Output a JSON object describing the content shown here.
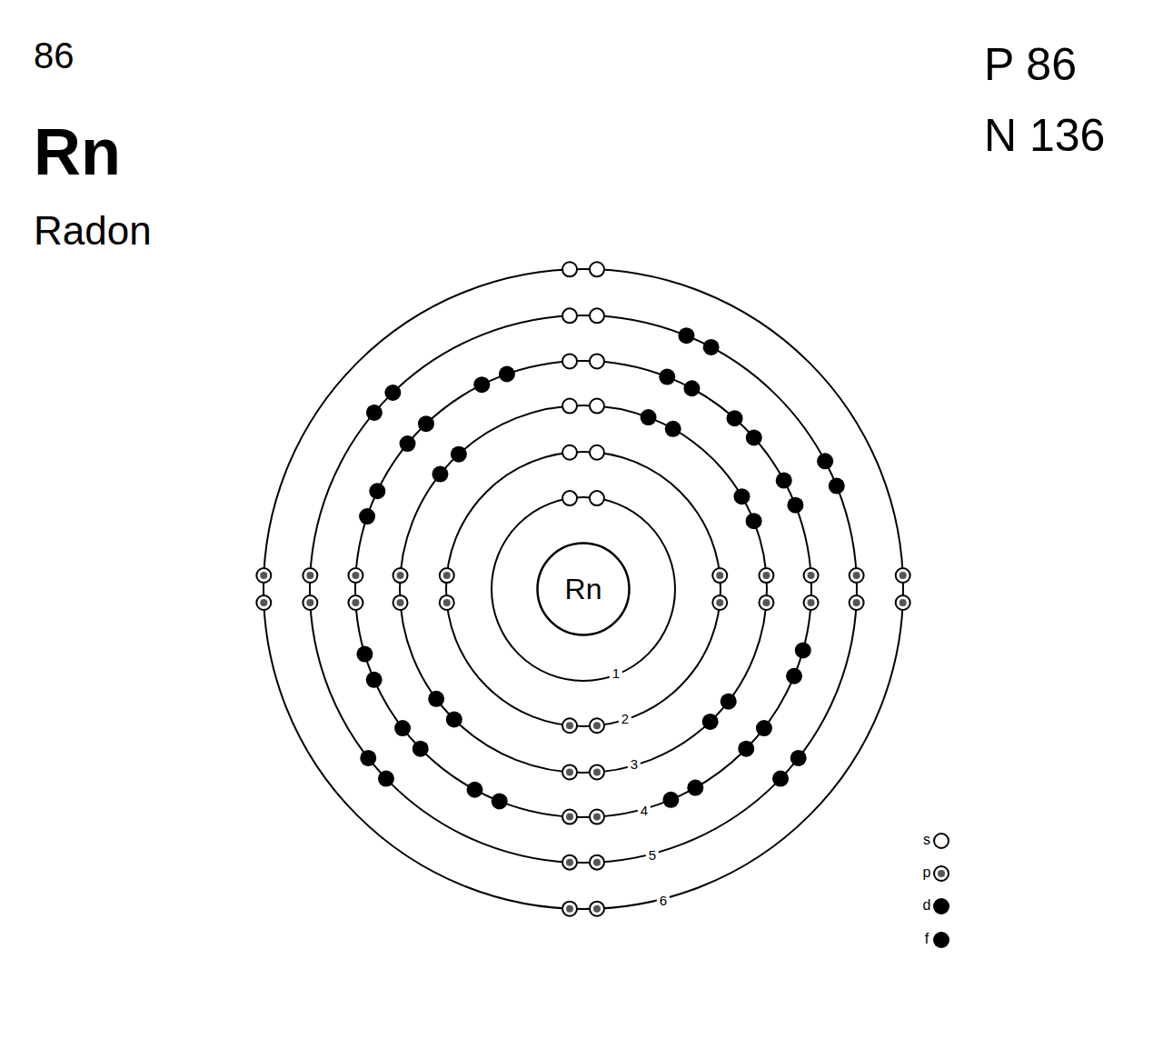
{
  "diagram": {
    "nodes": [
      {
        "text": [
          "Rn"
        ]
      }
    ],
    "labels": [
      "86",
      "Rn",
      "Radon",
      "P 86",
      "N 136",
      "1",
      "2",
      "3",
      "4",
      "5",
      "6"
    ],
    "legend": [
      {
        "text": "s"
      },
      {
        "text": "p"
      },
      {
        "text": "d"
      },
      {
        "text": "f"
      }
    ]
  }
}
